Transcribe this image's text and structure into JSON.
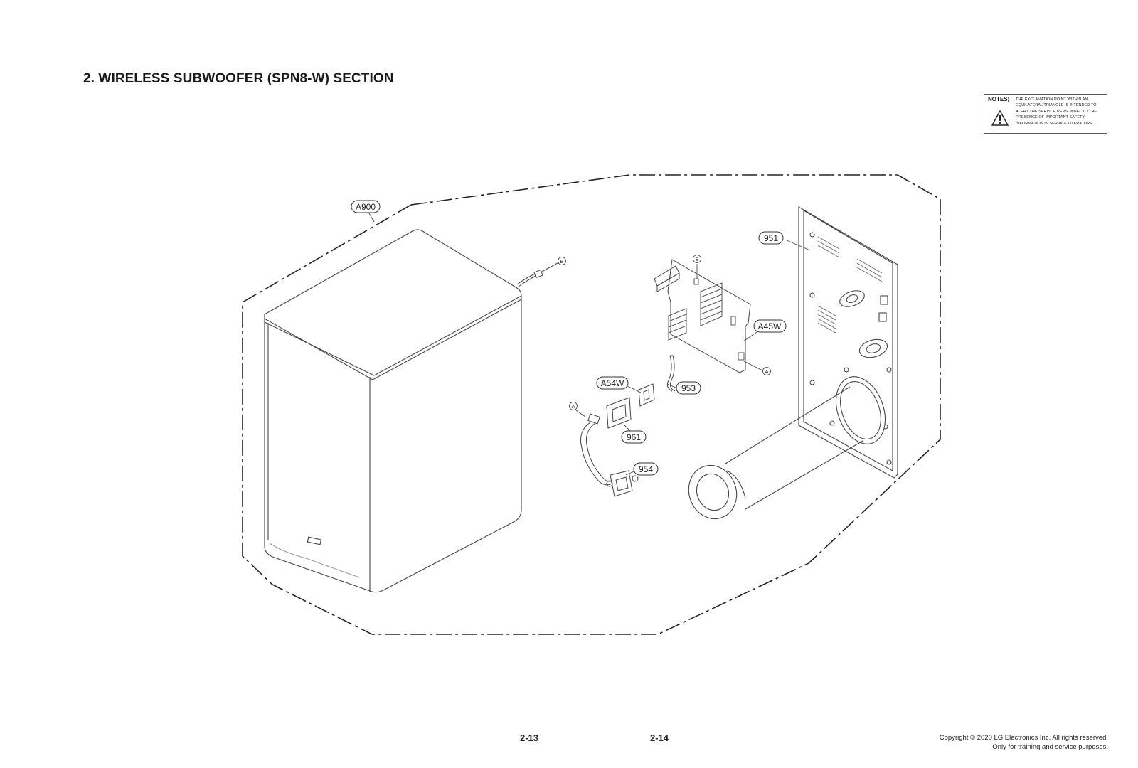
{
  "title": "2. WIRELESS SUBWOOFER (SPN8-W) SECTION",
  "notes": {
    "label": "NOTES)",
    "text": "THE EXCLAMATION POINT WITHIN AN EQUILATERAL TRIANGLE IS INTENDED TO ALERT THE SERVICE PERSONNEL TO THE PRESENCE OF IMPORTANT SAFETY INFORMATION IN SERVICE LITERATURE."
  },
  "parts": {
    "a900": "A900",
    "p951": "951",
    "a45w": "A45W",
    "a54w": "A54W",
    "p953": "953",
    "p961": "961",
    "p954": "954"
  },
  "connectors": {
    "b": "B",
    "a": "A"
  },
  "footer": {
    "page_left": "2-13",
    "page_right": "2-14",
    "copyright_line1": "Copyright © 2020 LG Electronics Inc. All rights reserved.",
    "copyright_line2": "Only for training and service purposes."
  }
}
